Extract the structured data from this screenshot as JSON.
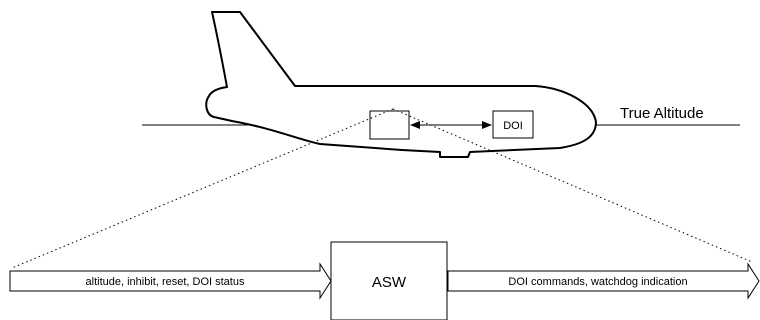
{
  "labels": {
    "true_altitude": "True Altitude",
    "doi": "DOI",
    "asw": "ASW",
    "input_arrow": "altitude, inhibit, reset, DOI status",
    "output_arrow": "DOI commands, watchdog indication"
  }
}
